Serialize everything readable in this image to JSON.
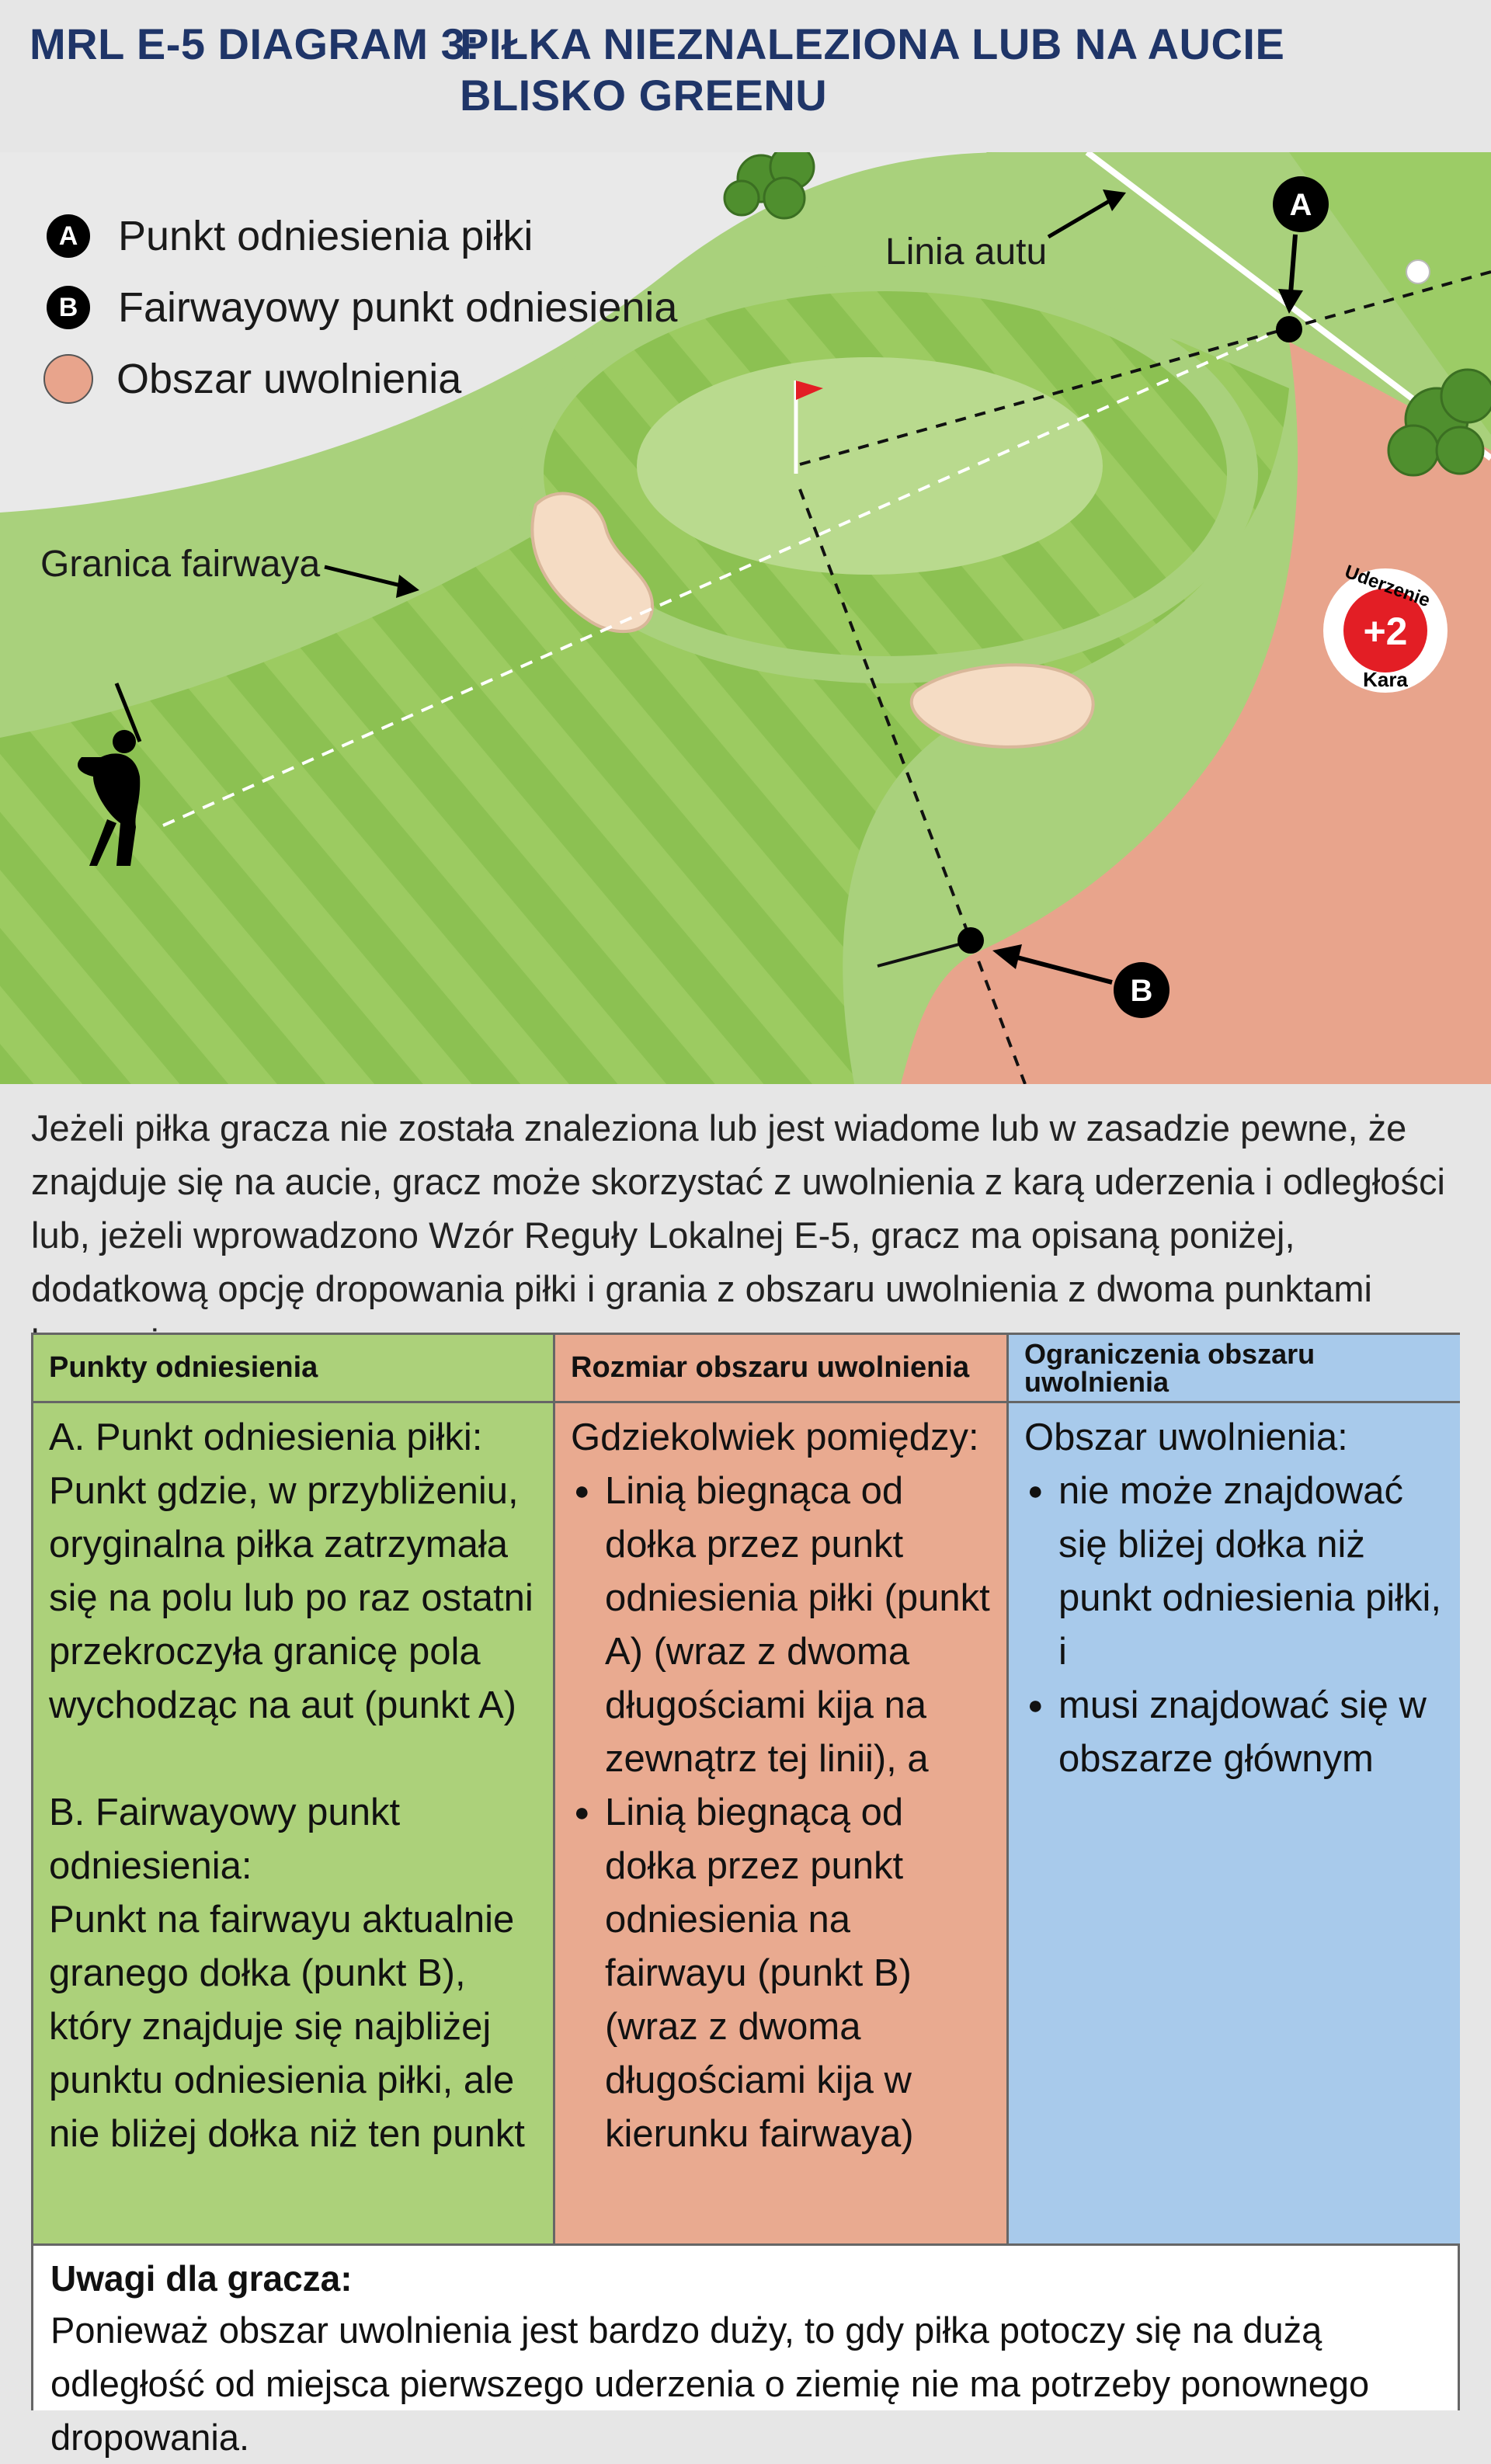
{
  "title": {
    "code": "MRL E-5 DIAGRAM 3:",
    "line1": "PIŁKA NIEZNALEZIONA LUB NA AUCIE",
    "line2": "BLISKO GREENU"
  },
  "legend": {
    "items": [
      {
        "badge": "A",
        "label": "Punkt odniesienia piłki"
      },
      {
        "badge": "B",
        "label": "Fairwayowy punkt odniesienia"
      },
      {
        "label": "Obszar uwolnienia"
      }
    ]
  },
  "diagram": {
    "out_of_bounds_label": "Linia autu",
    "fairway_edge_label": "Granica fairwaya",
    "point_a": "A",
    "point_b": "B",
    "penalty_top": "Uderzenie",
    "penalty_value": "+2",
    "penalty_bottom": "Kara"
  },
  "intro": "Jeżeli piłka gracza nie została znaleziona lub jest wiadome lub w zasadzie pewne, że znajduje się na aucie, gracz może skorzystać z uwolnienia z karą uderzenia i odległości lub, jeżeli wprowadzono Wzór Reguły Lokalnej E-5, gracz ma opisaną poniżej, dodatkową opcję dropowania piłki i grania z obszaru uwolnienia z dwoma punktami karnymi:",
  "table": {
    "col1": {
      "header": "Punkty odniesienia",
      "a_title": "A. Punkt odniesienia piłki:",
      "a_text": "Punkt gdzie, w przybliżeniu, oryginalna piłka zatrzymała się na polu lub po raz ostatni przekroczyła granicę pola wychodząc na aut (punkt A)",
      "b_title": "B. Fairwayowy punkt odniesienia:",
      "b_text": "Punkt na fairwayu aktualnie granego dołka (punkt B), który znajduje się najbliżej punktu odniesienia piłki, ale nie bliżej dołka niż ten punkt"
    },
    "col2": {
      "header": "Rozmiar obszaru uwolnienia",
      "intro": "Gdziekolwiek pomiędzy:",
      "items": [
        "Linią biegnąca od dołka przez punkt odniesienia piłki (punkt A) (wraz z dwoma długościami kija na zewnątrz tej linii), a",
        "Linią biegnącą od dołka przez punkt odniesienia na fairwayu (punkt B) (wraz z dwoma długościami kija w kierunku fairwaya)"
      ]
    },
    "col3": {
      "header": "Ograniczenia obszaru uwolnienia",
      "intro": "Obszar uwolnienia:",
      "items": [
        "nie może znajdować się bliżej dołka niż punkt odniesienia piłki, i",
        "musi znajdować się w obszarze głównym"
      ]
    },
    "notes": {
      "title": "Uwagi dla gracza:",
      "text": "Ponieważ obszar uwolnienia jest bardzo duży, to gdy piłka potoczy się na dużą odległość od miejsca pierwszego uderzenia o ziemię nie ma potrzeby ponownego dropowania."
    }
  },
  "colors": {
    "title": "#1f3568",
    "fairway": "#8cc152",
    "rough": "#a9d17c",
    "relief_area": "#e8a48c",
    "reference_col": "#acd17a",
    "size_col": "#e9aa90",
    "limits_col": "#a8caeb"
  }
}
